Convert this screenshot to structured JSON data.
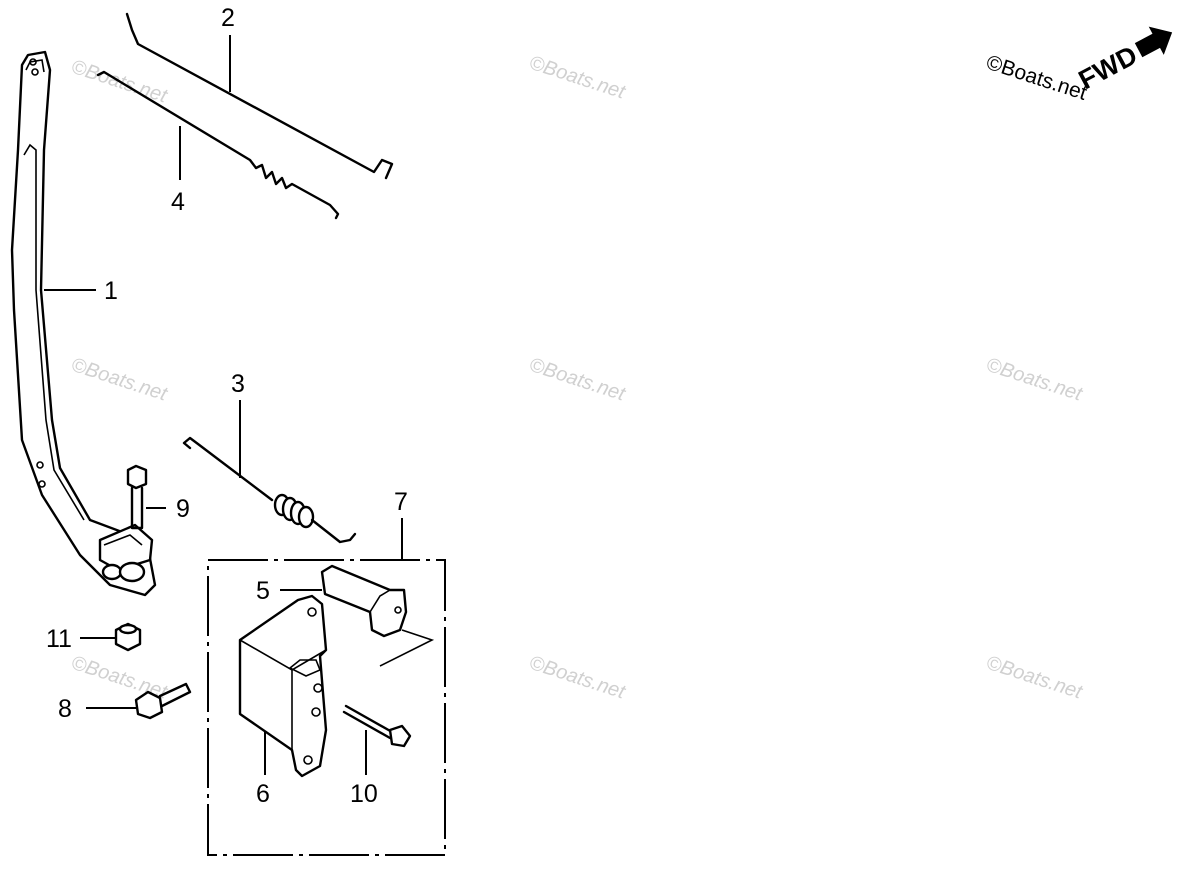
{
  "watermark": "©Boats.net",
  "copyright_mark": "©Boats.net",
  "direction_label": "FWD",
  "callouts": {
    "c1": "1",
    "c2": "2",
    "c3": "3",
    "c4": "4",
    "c5": "5",
    "c6": "6",
    "c7": "7",
    "c8": "8",
    "c9": "9",
    "c10": "10",
    "c11": "11"
  },
  "colors": {
    "line": "#000000",
    "background": "#ffffff",
    "watermark": "#d0d0d0"
  }
}
